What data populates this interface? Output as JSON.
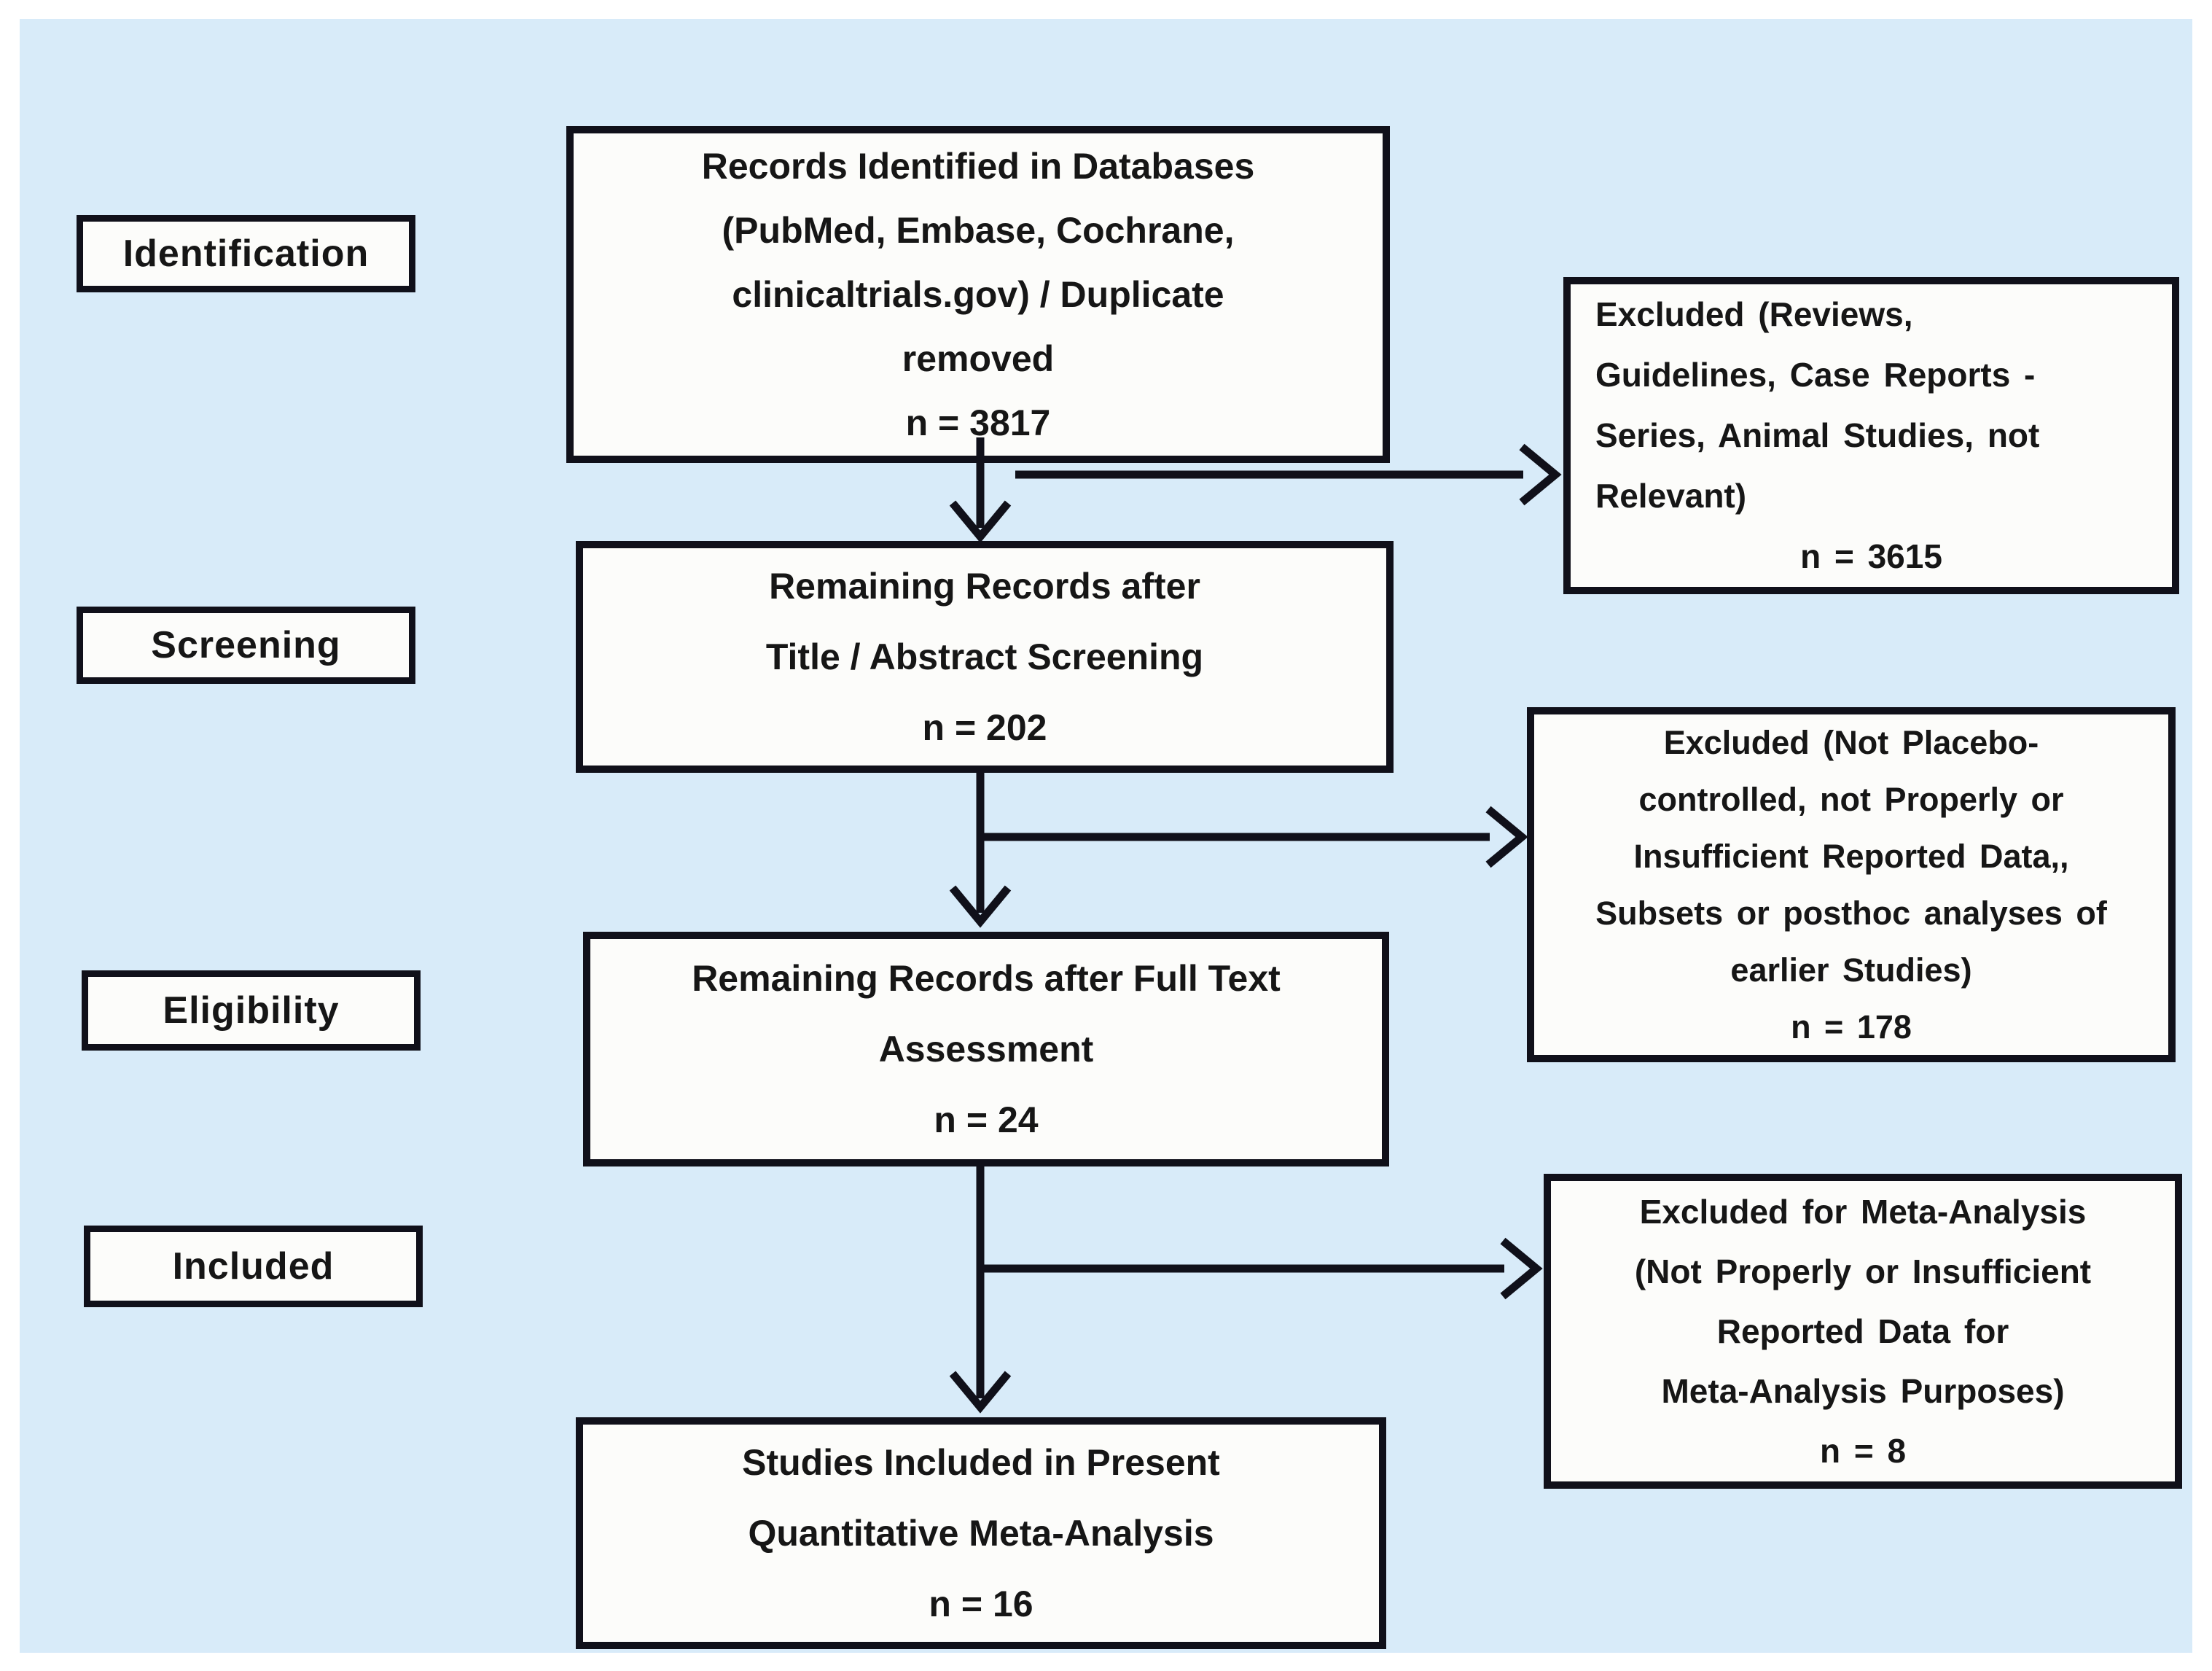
{
  "diagram": {
    "kind": "study-selection-flowchart",
    "colors": {
      "panel_bg": "#d8ebf9",
      "box_bg": "#fcfcfa",
      "border": "#10101a",
      "text": "#161616"
    }
  },
  "stages": [
    {
      "label": "Identification"
    },
    {
      "label": "Screening"
    },
    {
      "label": "Eligibility"
    },
    {
      "label": "Included"
    }
  ],
  "flow_boxes": [
    {
      "text": "Records Identified in Databases\n(PubMed, Embase, Cochrane,\nclinicaltrials.gov) / Duplicate\nremoved",
      "count_label": "n = 3817"
    },
    {
      "text": "Remaining Records after\nTitle / Abstract Screening",
      "count_label": "n = 202"
    },
    {
      "text": "Remaining Records after Full Text\nAssessment",
      "count_label": "n = 24"
    },
    {
      "text": "Studies Included in Present\nQuantitative Meta-Analysis",
      "count_label": "n = 16"
    }
  ],
  "exclusion_boxes": [
    {
      "text": "Excluded (Reviews,\nGuidelines, Case Reports -\nSeries, Animal Studies, not\nRelevant)",
      "count_label": "n = 3615"
    },
    {
      "text": "Excluded (Not Placebo-\ncontrolled, not Properly or\nInsufficient Reported Data,,\nSubsets or posthoc analyses of\nearlier Studies)",
      "count_label": "n = 178"
    },
    {
      "text": "Excluded for Meta-Analysis\n(Not Properly or Insufficient\nReported Data for\nMeta-Analysis Purposes)",
      "count_label": "n = 8"
    }
  ]
}
